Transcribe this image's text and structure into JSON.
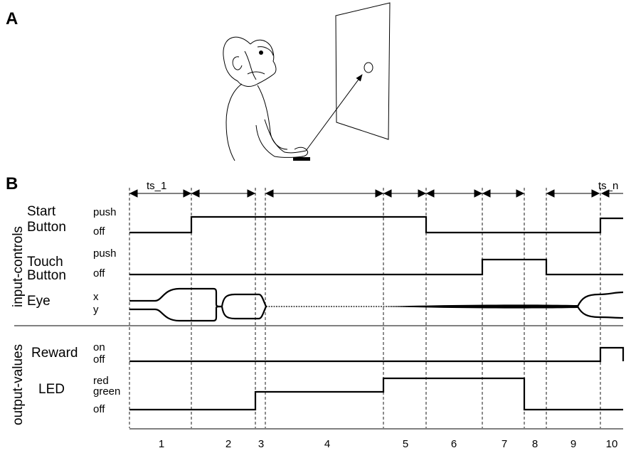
{
  "panels": {
    "a": "A",
    "b": "B"
  },
  "groups": {
    "inputs": "input-controls",
    "outputs": "output-values"
  },
  "signals": {
    "start_button": {
      "line1": "Start",
      "line2": "Button",
      "level_high": "push",
      "level_low": "off"
    },
    "touch_button": {
      "line1": "Touch",
      "line2": "Button",
      "level_high": "push",
      "level_low": "off"
    },
    "eye": {
      "label": "Eye",
      "level_x": "x",
      "level_y": "y"
    },
    "reward": {
      "label": "Reward",
      "level_high": "on",
      "level_low": "off"
    },
    "led": {
      "label": "LED",
      "level_red": "red",
      "level_green": "green",
      "level_off": "off"
    }
  },
  "time_spans": {
    "first": "ts_1",
    "last": "ts_n"
  },
  "epochs": [
    "1",
    "2",
    "3",
    "4",
    "5",
    "6",
    "7",
    "8",
    "9",
    "10"
  ]
}
